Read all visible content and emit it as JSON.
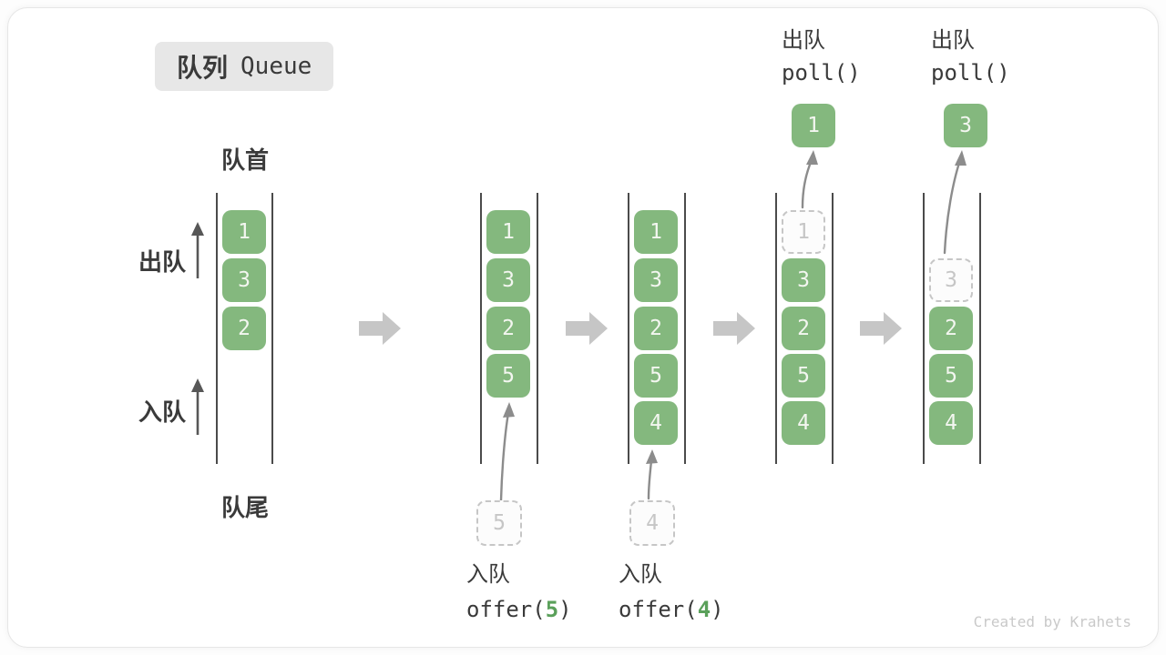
{
  "title": {
    "zh": "队列",
    "en": "Queue"
  },
  "side_labels": {
    "front": "队首",
    "rear": "队尾",
    "dequeue": "出队",
    "enqueue": "入队"
  },
  "states": [
    {
      "boxes": [
        "1",
        "3",
        "2"
      ]
    },
    {
      "boxes": [
        "1",
        "3",
        "2",
        "5"
      ]
    },
    {
      "boxes": [
        "1",
        "3",
        "2",
        "5",
        "4"
      ]
    },
    {
      "ghost": "1",
      "boxes": [
        "3",
        "2",
        "5",
        "4"
      ]
    },
    {
      "ghost": "3",
      "boxes": [
        "2",
        "5",
        "4"
      ]
    }
  ],
  "operations": {
    "offer5": {
      "label": "入队",
      "code_pre": "offer(",
      "arg": "5",
      "code_post": ")",
      "ghost": "5"
    },
    "offer4": {
      "label": "入队",
      "code_pre": "offer(",
      "arg": "4",
      "code_post": ")",
      "ghost": "4"
    },
    "poll1": {
      "label": "出队",
      "code": "poll()",
      "value": "1"
    },
    "poll3": {
      "label": "出队",
      "code": "poll()",
      "value": "3"
    }
  },
  "watermark": "Created by Krahets",
  "colors": {
    "item_green": "#84b87e",
    "item_text": "#f3f6f0",
    "ghost_gray": "#c6c6c6",
    "block_arrow": "#c6c6c6",
    "thin_arrow": "#8c8c8c",
    "text_dark": "#3a3a3a",
    "code_arg_green": "#5aa05a",
    "title_bg": "#e7e7e7",
    "watermark_gray": "#c9c9c9"
  }
}
